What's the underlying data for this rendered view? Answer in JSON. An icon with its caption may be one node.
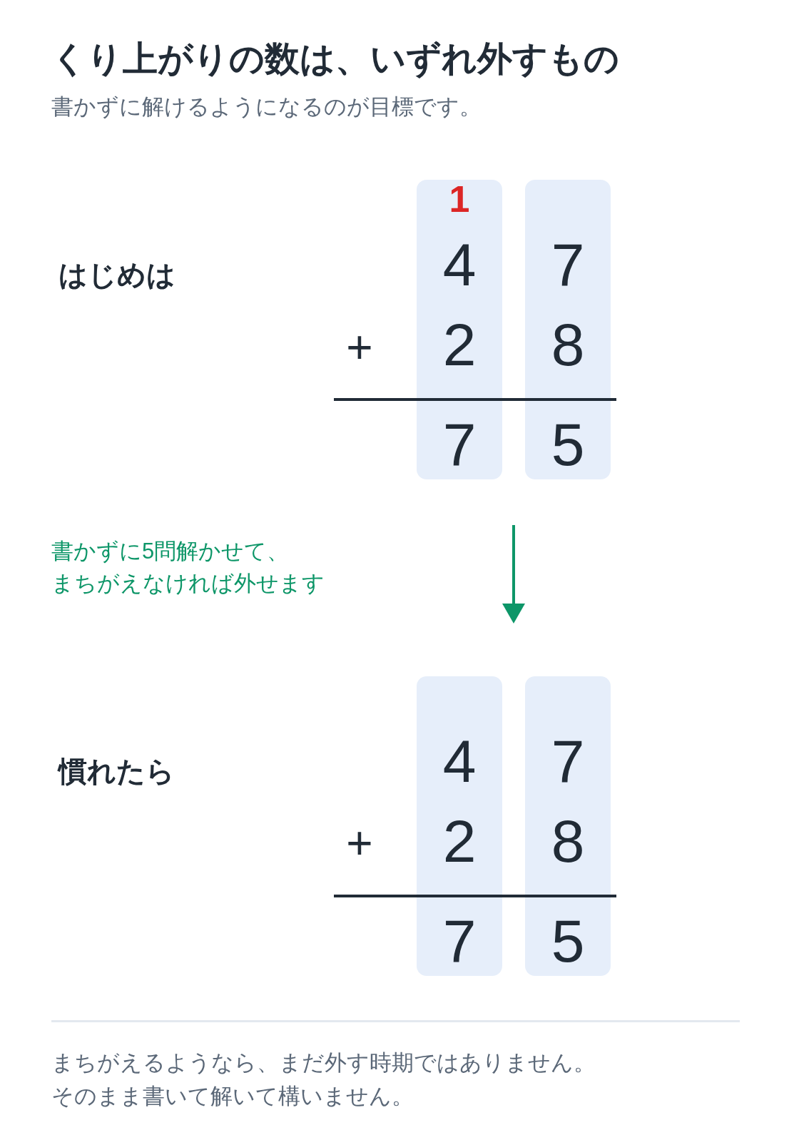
{
  "diagram": {
    "title": "くり上がりの数は、いずれ外すもの",
    "nodes": [
      {
        "text": [
          "1",
          "4",
          "2",
          "7"
        ]
      },
      {
        "text": [
          "7",
          "8",
          "5"
        ]
      },
      {
        "text": [
          "4",
          "2",
          "7"
        ]
      },
      {
        "text": [
          "7",
          "8",
          "5"
        ]
      }
    ],
    "labels": [
      "書かずに解けるようになるのが目標です。",
      "はじめは",
      "+",
      "書かずに5問解かせて、まちがえなければ外せます",
      "慣れたら",
      "+"
    ],
    "caption": "まちがえるようなら、まだ外す時期ではありません。そのまま書いて解いて構いません。"
  }
}
